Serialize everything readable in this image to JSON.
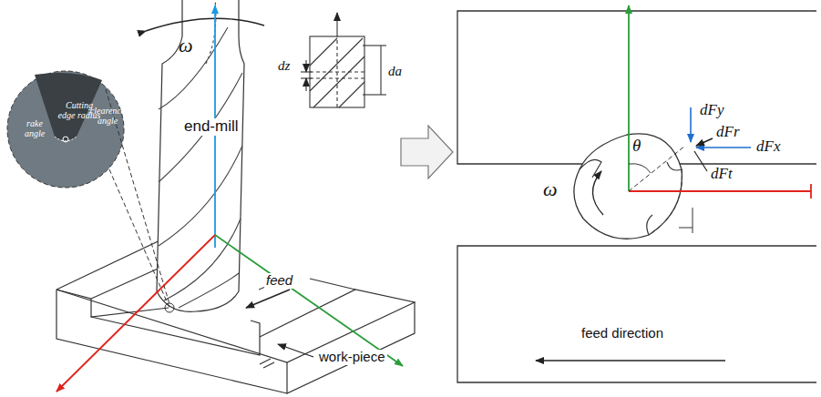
{
  "diagram": {
    "labels": [
      "ω",
      "end-mill",
      "rake angle",
      "Cutting edge radius",
      "clearence angle",
      "dz",
      "da",
      "feed",
      "work-piece",
      "ω",
      "θ",
      "dFy",
      "dFr",
      "dFx",
      "dFt",
      "feed direction"
    ]
  }
}
